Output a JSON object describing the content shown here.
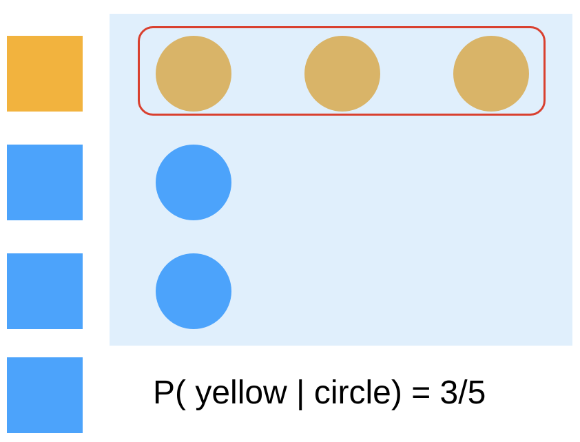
{
  "colors": {
    "yellow_square": "#F2B33E",
    "blue_square": "#4CA3FB",
    "panel_background": "#E0EFFC",
    "yellow_circle": "#D9B468",
    "blue_circle": "#4CA3FB",
    "highlight_border": "#D9402F"
  },
  "squares": [
    {
      "color_name": "yellow"
    },
    {
      "color_name": "blue"
    },
    {
      "color_name": "blue"
    },
    {
      "color_name": "blue"
    }
  ],
  "circles": [
    {
      "color_name": "yellow",
      "row": 1,
      "col": 1
    },
    {
      "color_name": "yellow",
      "row": 1,
      "col": 2
    },
    {
      "color_name": "yellow",
      "row": 1,
      "col": 3
    },
    {
      "color_name": "blue",
      "row": 2,
      "col": 1
    },
    {
      "color_name": "blue",
      "row": 3,
      "col": 1
    }
  ],
  "formula": "P( yellow | circle) = 3/5"
}
